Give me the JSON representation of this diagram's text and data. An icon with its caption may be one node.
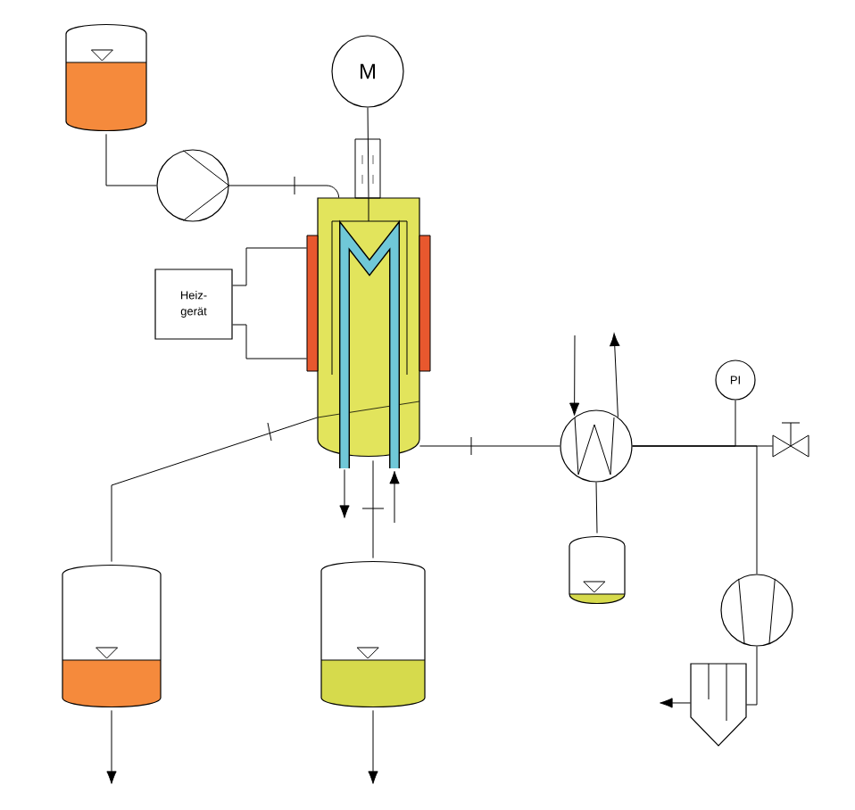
{
  "diagram": {
    "nodes": [
      {
        "text": [],
        "shape": "tank"
      },
      {
        "text": [],
        "shape": "pump"
      },
      {
        "text": [
          "M"
        ]
      },
      {
        "text": [],
        "shape": "reactor"
      },
      {
        "text": [
          "Heiz- gerät"
        ]
      },
      {
        "text": [],
        "shape": "tank"
      },
      {
        "text": [],
        "shape": "tank"
      },
      {
        "text": [],
        "shape": "exchanger"
      },
      {
        "text": [],
        "shape": "tank"
      },
      {
        "text": [
          "PI"
        ]
      },
      {
        "text": [],
        "shape": "valve"
      },
      {
        "text": [],
        "shape": "pump"
      },
      {
        "text": [],
        "shape": "separator"
      }
    ],
    "edges": [
      {
        "from": 0,
        "to": 1,
        "arrow": "none"
      },
      {
        "from": 1,
        "to": 3,
        "arrow": "none"
      },
      {
        "from": 2,
        "to": 3,
        "arrow": "none"
      },
      {
        "from": 4,
        "to": 3,
        "arrow": "none"
      },
      {
        "from": 4,
        "to": 3,
        "arrow": "none"
      },
      {
        "from": 3,
        "to": 5,
        "arrow": "none"
      },
      {
        "from": 3,
        "to": 6,
        "arrow": "none"
      },
      {
        "from": 3,
        "to": 7,
        "arrow": "none"
      },
      {
        "from": 7,
        "to": 8,
        "arrow": "none"
      },
      {
        "from": 7,
        "to": 10,
        "arrow": "none"
      },
      {
        "from": 7,
        "to": 11,
        "arrow": "none"
      },
      {
        "from": 7,
        "to": 9,
        "arrow": "none"
      },
      {
        "from": 11,
        "to": 12,
        "arrow": "none"
      },
      {
        "from": 12,
        "to": null,
        "arrow": "to"
      },
      {
        "from": null,
        "to": 7,
        "arrow": "to"
      },
      {
        "from": 7,
        "to": null,
        "arrow": "to"
      },
      {
        "from": 3,
        "to": null,
        "arrow": "to"
      },
      {
        "from": null,
        "to": 3,
        "arrow": "to"
      },
      {
        "from": 5,
        "to": null,
        "arrow": "to"
      },
      {
        "from": 6,
        "to": null,
        "arrow": "to"
      }
    ]
  }
}
